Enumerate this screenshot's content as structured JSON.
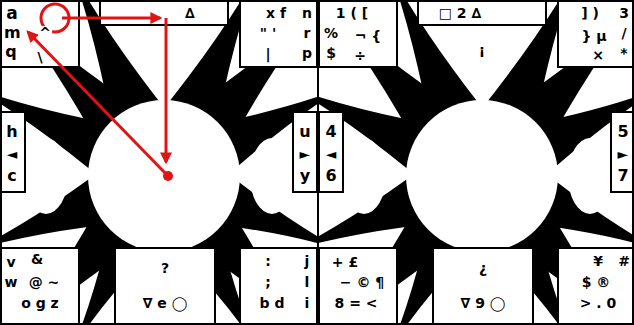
{
  "diagram": {
    "labels": [
      "a",
      "^",
      "∆",
      "x f",
      "n",
      "m",
      "\" '",
      "r",
      "q",
      "\\",
      "|",
      "p",
      "h",
      "◄",
      "c",
      "u",
      "►",
      "y",
      "v",
      "&",
      ":",
      "j",
      "w",
      "@ ~",
      "?",
      ";",
      "l",
      "o g z",
      "∇ e ◯",
      "b d",
      "i",
      "1 ( [",
      "□ 2 ∆",
      "] )",
      "3",
      "%",
      "¬ {",
      "¡",
      "} μ",
      "/",
      "$",
      "÷",
      "×",
      "*",
      "4",
      "◄",
      "6",
      "5",
      "►",
      "7",
      "+ £",
      "¥",
      "#",
      "− © ¶",
      "¿",
      "$ ®",
      "8 = <",
      "∇ 9 ◯",
      "> . 0"
    ]
  }
}
